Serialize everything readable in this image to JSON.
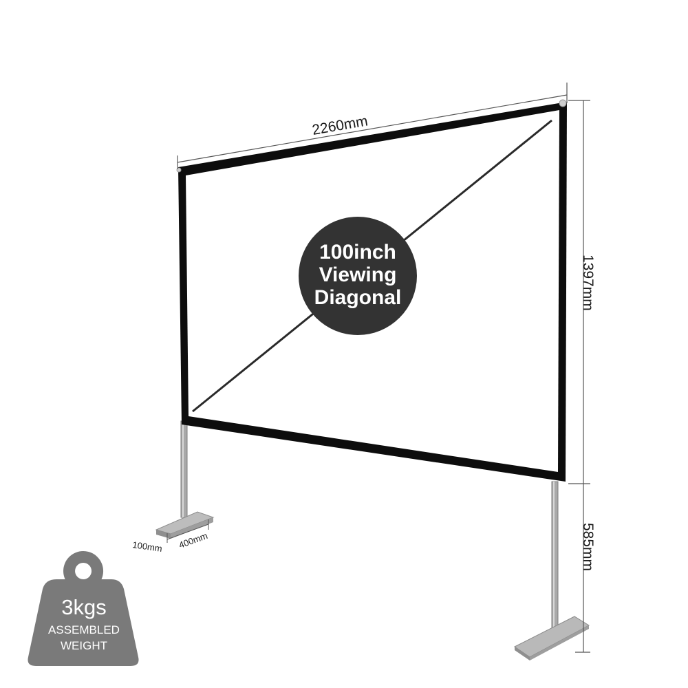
{
  "dimensions": {
    "width": "2260mm",
    "screen_height": "1397mm",
    "leg_height": "585mm",
    "foot_width": "100mm",
    "foot_length": "400mm"
  },
  "badge": {
    "line1": "100inch",
    "line2": "Viewing",
    "line3": "Diagonal"
  },
  "weight": {
    "value": "3kgs",
    "line1": "ASSEMBLED",
    "line2": "WEIGHT"
  },
  "colors": {
    "frame": "#0d0d0d",
    "screen": "#ffffff",
    "pole": "#a9a9a9",
    "badge": "#333333",
    "weight_icon": "#7a7a7a"
  }
}
